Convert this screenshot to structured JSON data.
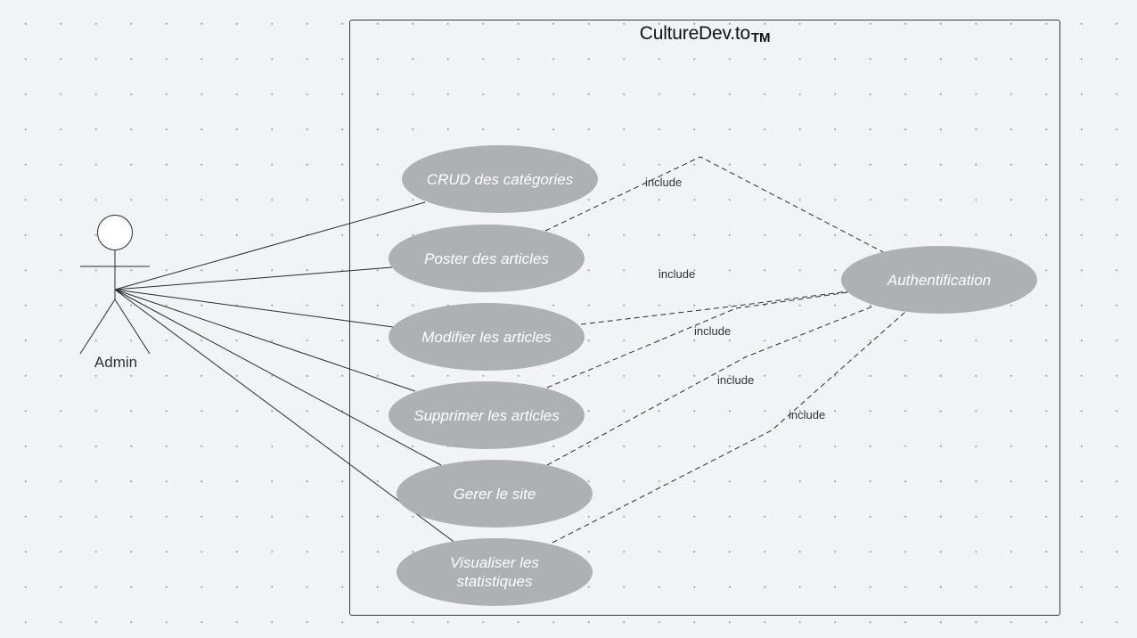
{
  "system": {
    "title": "CultureDev.to",
    "trademark": "TM"
  },
  "actor": {
    "name": "Admin"
  },
  "use_cases": [
    {
      "id": "crud",
      "label": "CRUD des catégories"
    },
    {
      "id": "poster",
      "label": "Poster des articles"
    },
    {
      "id": "modifier",
      "label": "Modifier les articles"
    },
    {
      "id": "supprimer",
      "label": "Supprimer les articles"
    },
    {
      "id": "gerer",
      "label": "Gerer le site"
    },
    {
      "id": "visualiser",
      "label": "Visualiser les statistiques"
    },
    {
      "id": "auth",
      "label": "Authentification"
    }
  ],
  "include_labels": [
    "include",
    "include",
    "include",
    "include",
    "include"
  ],
  "colors": {
    "usecase_fill": "#aeb1b2",
    "usecase_text": "#ffffff",
    "line": "#2b2b2b",
    "background": "#f2f3f5"
  }
}
